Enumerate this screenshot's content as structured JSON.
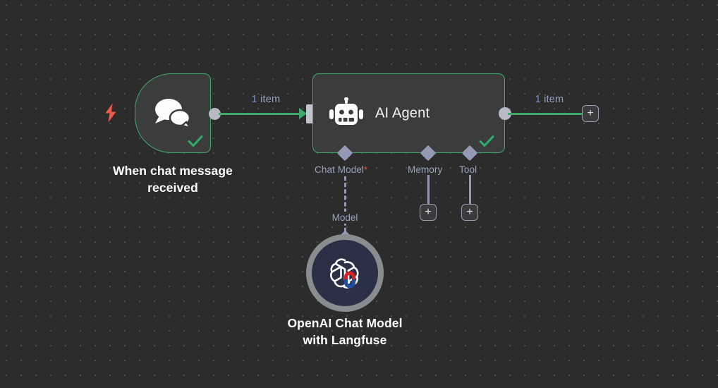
{
  "canvas": {
    "background_color": "#2b2c2b",
    "grid": "dot-grid"
  },
  "colors": {
    "node_fill": "#3b3d3c",
    "node_border_success": "#3fa96b",
    "connection_success": "#3fa96b",
    "sub_connector": "#9599b4",
    "label_text": "#ffffff",
    "meta_text": "#9aa3bd",
    "required_marker": "#e8573f",
    "trigger_bolt": "#ee5a47",
    "openai_node_ring": "#8a8d8f",
    "openai_node_fill": "#2c3047"
  },
  "nodes": {
    "trigger": {
      "label": "When chat message received",
      "icon": "chat-bubbles-icon",
      "trigger_icon": "lightning-bolt-icon",
      "status_icon": "check-icon",
      "output_port": "output-dot"
    },
    "agent": {
      "title": "AI Agent",
      "icon": "robot-icon",
      "status_icon": "check-icon",
      "input_port": "input-port",
      "output_port": "output-dot",
      "sub_inputs": [
        {
          "label": "Chat Model",
          "required_marker": "*",
          "connector": "diamond-port",
          "line_style": "dashed"
        },
        {
          "label": "Memory",
          "required_marker": "",
          "connector": "diamond-port",
          "line_style": "solid"
        },
        {
          "label": "Tool",
          "required_marker": "",
          "connector": "diamond-port",
          "line_style": "solid"
        }
      ]
    },
    "model": {
      "label": "OpenAI Chat Model with Langfuse",
      "icon": "openai-logo-icon",
      "badge_icon": "langfuse-magnet-icon",
      "connector_label": "Model",
      "connector": "diamond-port"
    }
  },
  "connections": [
    {
      "name": "trigger-to-agent",
      "label_number": "1",
      "label_unit": "item",
      "color": "#3fa96b"
    },
    {
      "name": "agent-to-next",
      "label_number": "1",
      "label_unit": "item",
      "color": "#3fa96b"
    }
  ],
  "add_buttons": {
    "main_output": "+",
    "memory": "+",
    "tool": "+"
  }
}
